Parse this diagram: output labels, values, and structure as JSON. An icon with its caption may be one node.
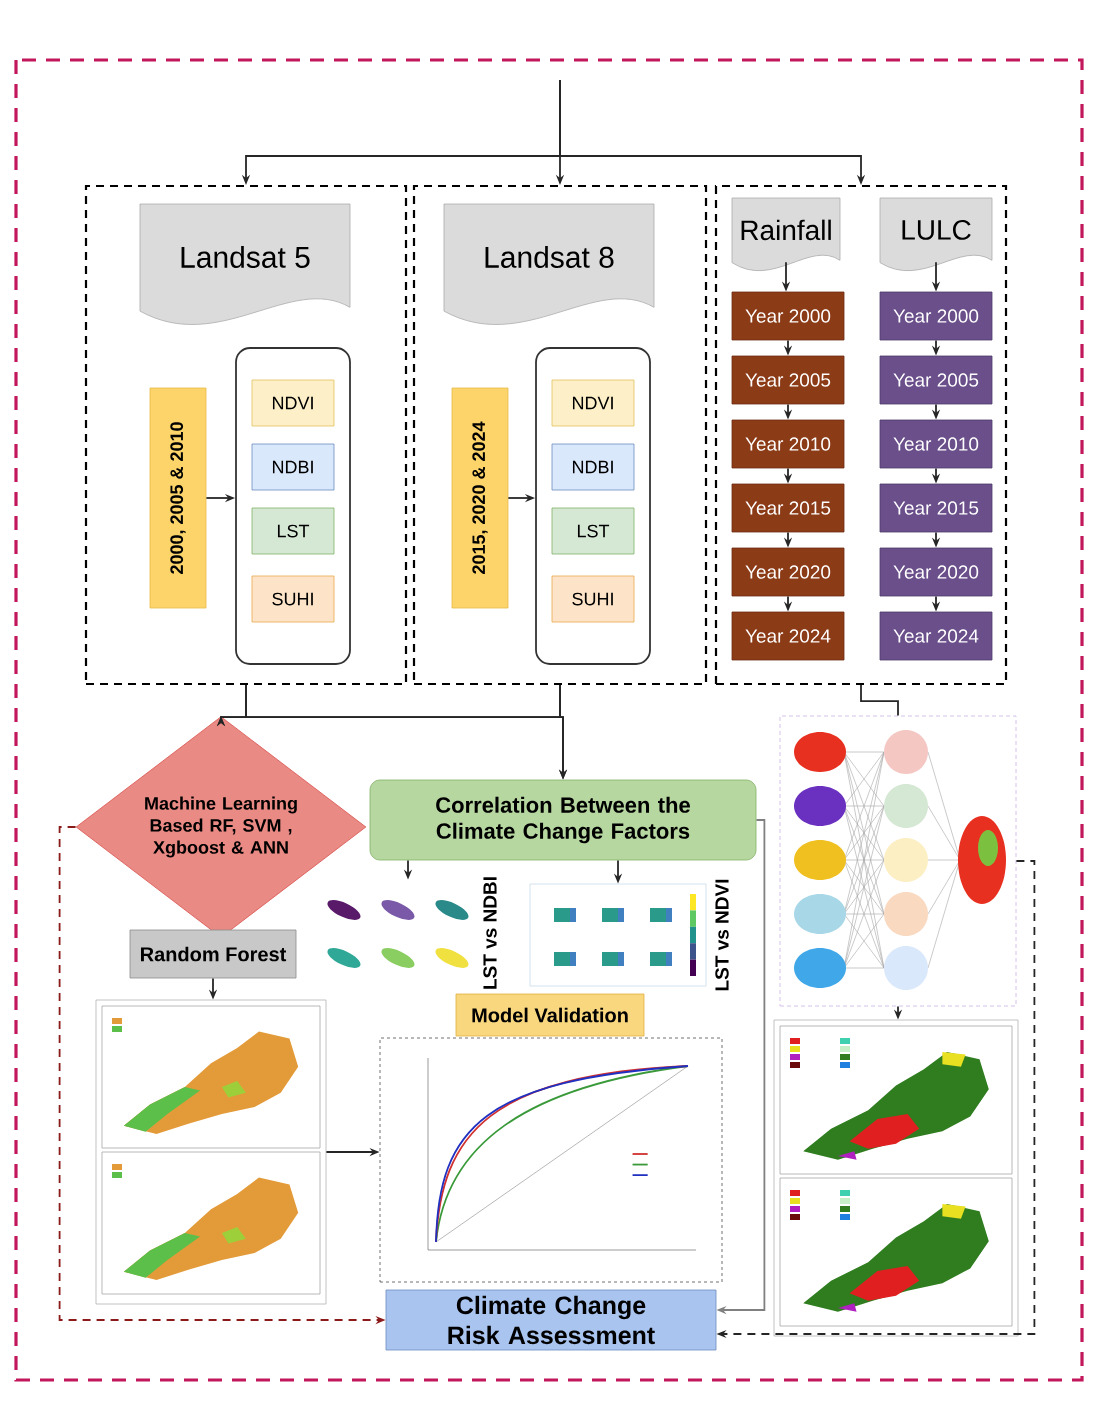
{
  "diagram": {
    "nodes": [
      {
        "text": [],
        "shape": "box"
      },
      {
        "text": [
          "Landsat 5"
        ],
        "in": 0
      },
      {
        "text": [
          "2000, 2005 & 2010"
        ],
        "in": 0
      },
      {
        "text": [],
        "shape": "box",
        "in": 0
      },
      {
        "text": [
          "NDVI"
        ],
        "in": 3
      },
      {
        "text": [
          "NDBI"
        ],
        "in": 3
      },
      {
        "text": [
          "LST"
        ],
        "in": 3
      },
      {
        "text": [
          "SUHI"
        ],
        "in": 3
      },
      {
        "text": [],
        "shape": "box"
      },
      {
        "text": [
          "Landsat 8"
        ],
        "in": 8
      },
      {
        "text": [
          "2015, 2020 & 2024"
        ],
        "in": 8
      },
      {
        "text": [],
        "shape": "box",
        "in": 8
      },
      {
        "text": [
          "NDVI"
        ],
        "in": 11
      },
      {
        "text": [
          "NDBI"
        ],
        "in": 11
      },
      {
        "text": [
          "LST"
        ],
        "in": 11
      },
      {
        "text": [
          "SUHI"
        ],
        "in": 11
      },
      {
        "text": [],
        "shape": "box"
      },
      {
        "text": [
          "Rainfall"
        ],
        "in": 16
      },
      {
        "text": [
          "Year 2000"
        ],
        "in": 16
      },
      {
        "text": [
          "Year 2005"
        ],
        "in": 16
      },
      {
        "text": [
          "Year 2010"
        ],
        "in": 16
      },
      {
        "text": [
          "Year 2015"
        ],
        "in": 16
      },
      {
        "text": [
          "Year 2020"
        ],
        "in": 16
      },
      {
        "text": [
          "Year 2024"
        ],
        "in": 16
      },
      {
        "text": [
          "LULC"
        ],
        "in": 16
      },
      {
        "text": [
          "Year 2000"
        ],
        "in": 16
      },
      {
        "text": [
          "Year 2005"
        ],
        "in": 16
      },
      {
        "text": [
          "Year 2010"
        ],
        "in": 16
      },
      {
        "text": [
          "Year 2015"
        ],
        "in": 16
      },
      {
        "text": [
          "Year 2020"
        ],
        "in": 16
      },
      {
        "text": [
          "Year 2024"
        ],
        "in": 16
      },
      {
        "text": [
          "Machine Learning Based RF, SVM , Xgboost & ANN"
        ]
      },
      {
        "text": [
          "Correlation Between the Climate Change Factors"
        ]
      },
      {
        "text": [
          "Random Forest"
        ]
      },
      {
        "text": [],
        "shape": "picture"
      },
      {
        "text": [],
        "shape": "picture",
        "beside": [
          "LST vs NDBI"
        ]
      },
      {
        "text": [],
        "shape": "picture",
        "beside": [
          "LST vs NDVI"
        ]
      },
      {
        "text": [
          "Model Validation"
        ]
      },
      {
        "text": [],
        "shape": "picture"
      },
      {
        "text": [],
        "shape": "picture"
      },
      {
        "text": [],
        "shape": "picture"
      },
      {
        "text": [
          "Climate Change Risk Assessment"
        ]
      }
    ],
    "edges": [
      {
        "from": null,
        "to": 0,
        "arrow": "to"
      },
      {
        "from": null,
        "to": 8,
        "arrow": "to"
      },
      {
        "from": null,
        "to": 16,
        "arrow": "to"
      },
      {
        "from": 2,
        "to": 3,
        "arrow": "to"
      },
      {
        "from": 10,
        "to": 11,
        "arrow": "to"
      },
      {
        "from": 17,
        "to": 18,
        "arrow": "to"
      },
      {
        "from": 18,
        "to": 19,
        "arrow": "to"
      },
      {
        "from": 19,
        "to": 20,
        "arrow": "to"
      },
      {
        "from": 20,
        "to": 21,
        "arrow": "to"
      },
      {
        "from": 21,
        "to": 22,
        "arrow": "to"
      },
      {
        "from": 22,
        "to": 23,
        "arrow": "to"
      },
      {
        "from": 24,
        "to": 25,
        "arrow": "to"
      },
      {
        "from": 25,
        "to": 26,
        "arrow": "to"
      },
      {
        "from": 26,
        "to": 27,
        "arrow": "to"
      },
      {
        "from": 27,
        "to": 28,
        "arrow": "to"
      },
      {
        "from": 28,
        "to": 29,
        "arrow": "to"
      },
      {
        "from": 29,
        "to": 30,
        "arrow": "to"
      },
      {
        "from": 0,
        "to": 31,
        "arrow": "to"
      },
      {
        "from": 0,
        "to": 32,
        "arrow": "to"
      },
      {
        "from": 8,
        "to": 31,
        "arrow": "to"
      },
      {
        "from": 8,
        "to": 32,
        "arrow": "to"
      },
      {
        "from": 16,
        "to": 39,
        "arrow": "none"
      },
      {
        "from": 32,
        "to": 35,
        "arrow": "to"
      },
      {
        "from": 32,
        "to": 36,
        "arrow": "to"
      },
      {
        "from": 33,
        "to": 34,
        "arrow": "to"
      },
      {
        "from": 34,
        "to": 38,
        "arrow": "to"
      },
      {
        "from": 39,
        "to": 40,
        "arrow": "to",
        "style": "dashed"
      },
      {
        "from": 31,
        "to": 41,
        "arrow": "to",
        "style": "dashed",
        "color": "#8b1a1a"
      },
      {
        "from": 32,
        "to": 41,
        "arrow": "to",
        "color": "#808080"
      },
      {
        "from": 39,
        "to": 41,
        "arrow": "to",
        "style": "dashed"
      }
    ]
  }
}
